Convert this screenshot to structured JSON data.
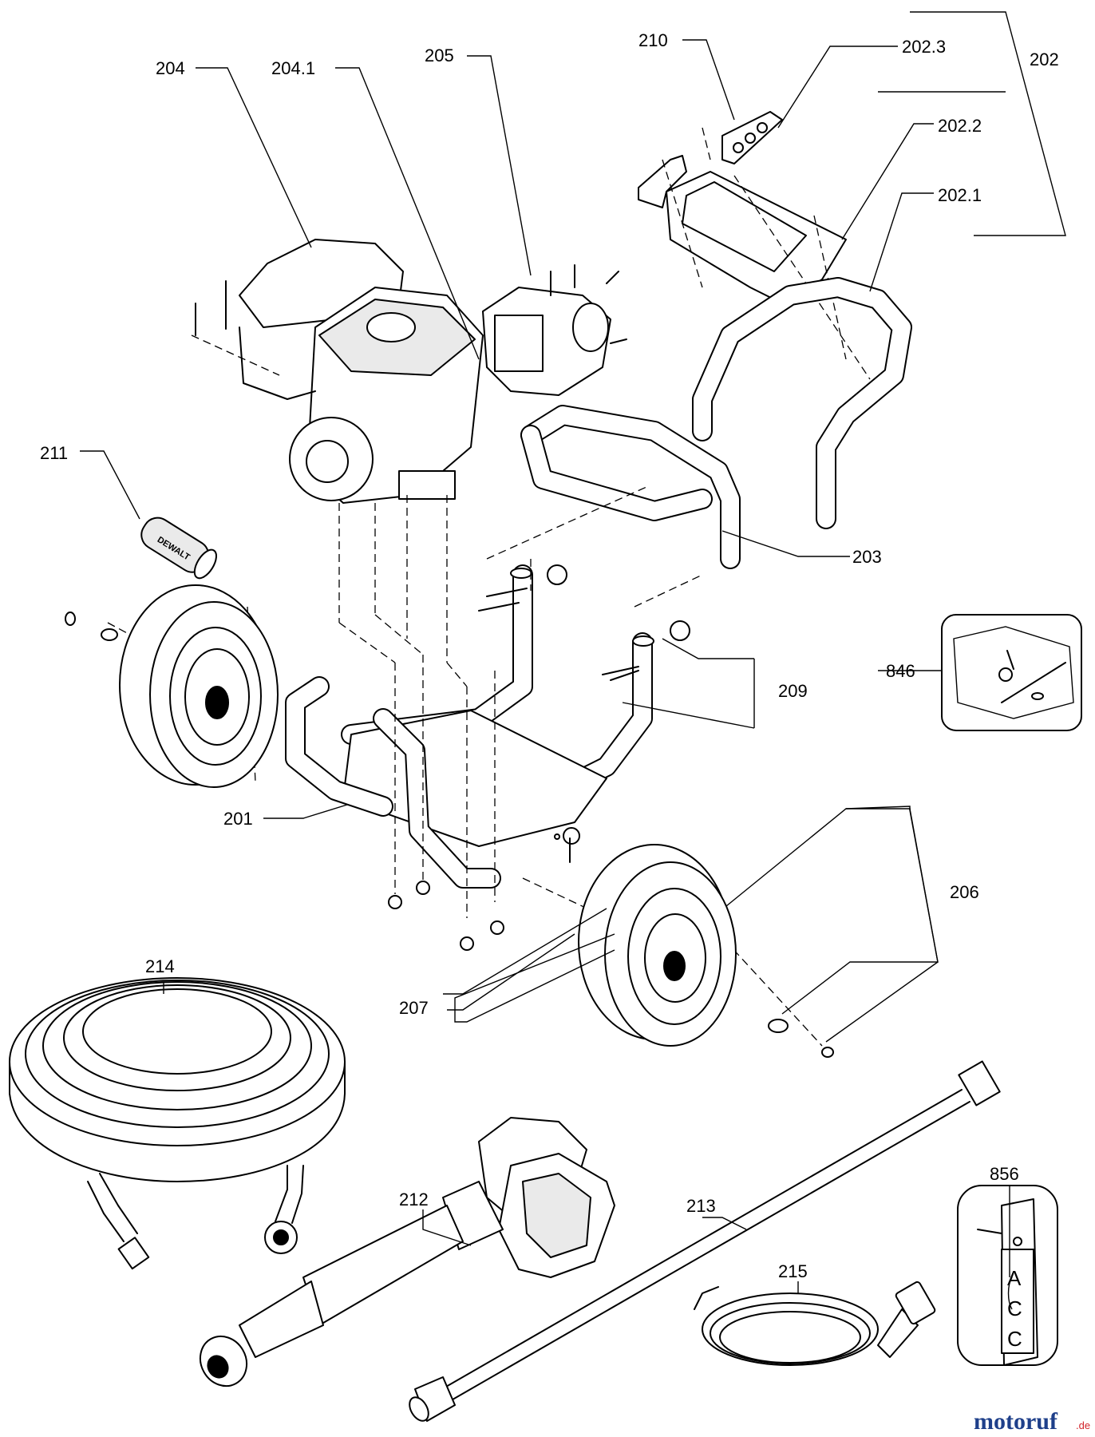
{
  "diagram": {
    "callouts": [
      "204",
      "204.1",
      "205",
      "210",
      "202.3",
      "202",
      "202.2",
      "202.1",
      "211",
      "203",
      "846",
      "209",
      "201",
      "206",
      "214",
      "207",
      "212",
      "213",
      "856",
      "215"
    ],
    "label_tag_letters": [
      "A",
      "C",
      "C"
    ],
    "grip_label": "DEWALT"
  },
  "watermark": {
    "text": "motoruf",
    "suffix": ".de",
    "color_main": "#1e3f8a",
    "color_accent": "#d2232a"
  }
}
